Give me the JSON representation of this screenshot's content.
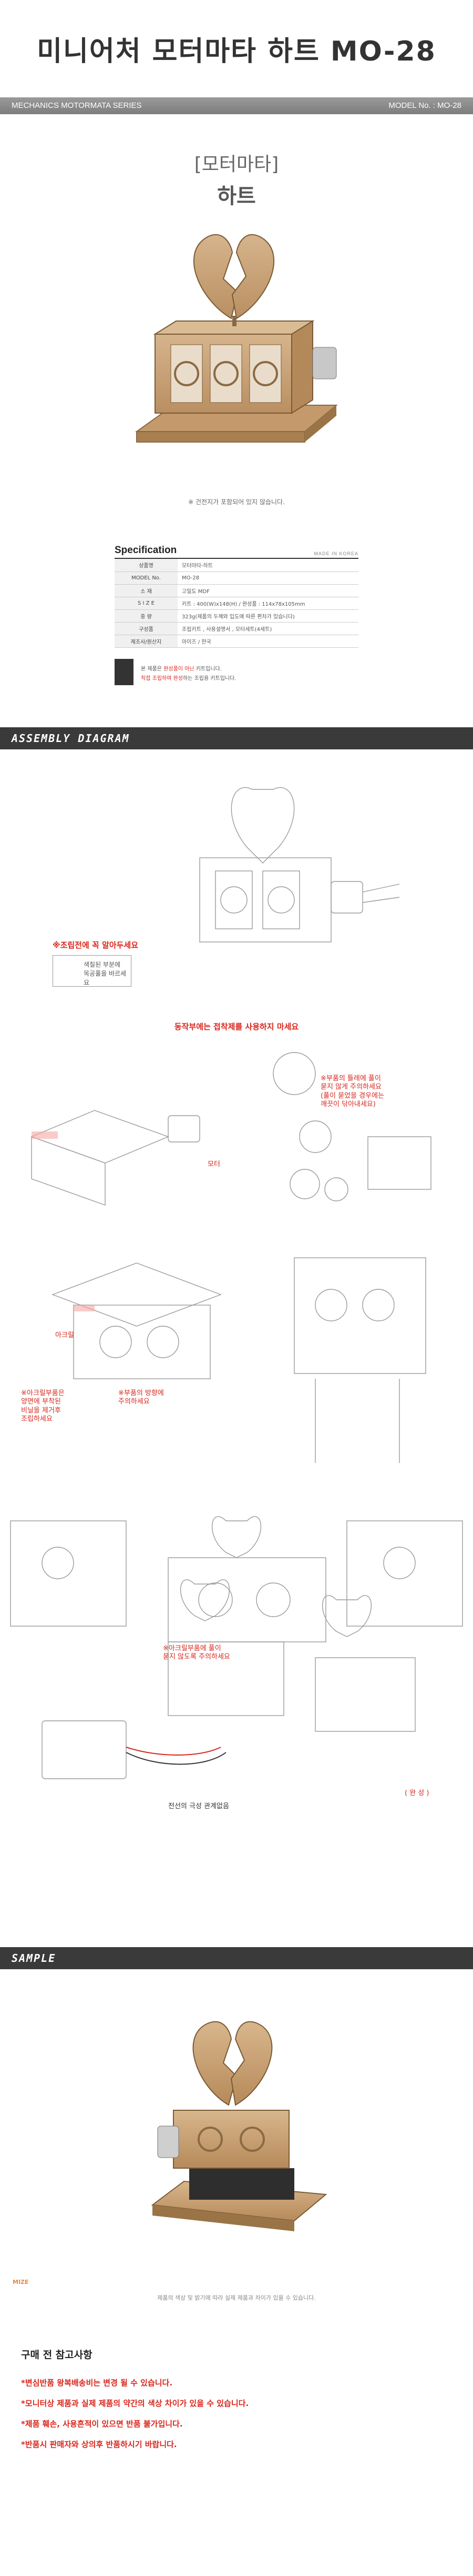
{
  "header": {
    "title": "미니어처 모터마타 하트 MO-28",
    "series": "MECHANICS MOTORMATA SERIES",
    "model_label": "MODEL No. : MO-28",
    "bracket_title": "[모터마타]",
    "subtitle": "하트"
  },
  "hero": {
    "note": "※ 건전지가 포함되어 있지 않습니다."
  },
  "spec": {
    "heading": "Specification",
    "watermark": "MADE IN KOREA",
    "rows": [
      {
        "key": "상품명",
        "value": "모터마타-하트"
      },
      {
        "key": "MODEL No.",
        "value": "MO-28"
      },
      {
        "key": "소   재",
        "value": "고밀도 MDF"
      },
      {
        "key": "S I Z E",
        "value": "키트 : 400(W)x148(H) / 완성품 : 114x78x105mm"
      },
      {
        "key": "중   량",
        "value": "323g(제품의 두께와 입도에 따른 편차가 있습니다)"
      },
      {
        "key": "구성품",
        "value": "조립키트 , 사용설명서 , 모터세트(4세트)"
      },
      {
        "key": "제조사/원산지",
        "value": "마이즈 / 한국"
      }
    ]
  },
  "warning": {
    "line1_prefix": "본 제품은 ",
    "line1_red": "완성품이 아닌",
    "line1_suffix": " 키트입니다.",
    "line2_red": "직접 조립하여 완성",
    "line2_suffix": "하는 조립용 키트입니다."
  },
  "sections": {
    "assembly": "ASSEMBLY DIAGRAM",
    "sample": "SAMPLE"
  },
  "diagram": {
    "pre_notice_title": "※조립전에 꼭 알아두세요",
    "pre_notice_body": "색칠된 부분에\n목공풀을 바르세요",
    "moving_parts": "동작부에는 접착제를 사용하지 마세요",
    "motor": "모터",
    "gear_warning": "※부품의 틀레에 풀이\n묻지 않게 주의하세요\n(풀이 묻었을 경우에는\n깨끗이 닦아내세요)",
    "acrylic": "아크릴",
    "acrylic_note": "※아크릴부품은\n양면에 부착된\n비닐을 제거후\n조립하세요",
    "direction_note": "※부품의 방향에\n주의하세요",
    "acrylic_glue": "※아크릴부품에 풀이\n묻지 않도록 주의하세요",
    "wire_note": "전선의 극성 관계없음",
    "finished": "( 완 성 )"
  },
  "sample": {
    "logo": "MIZE",
    "disclaimer": "제품의 색상 및 밝기에 따라 실제 제품과 차이가 있을 수 있습니다."
  },
  "notes": {
    "title": "구매 전 참고사항",
    "items": [
      "*변심반품 왕복배송비는 변경 될 수 있습니다.",
      "*모니터상 제품과 실제 제품의 약간의 색상 차이가 있을 수 있습니다.",
      "*제품 훼손, 사용흔적이 있으면 반품 불가입니다.",
      "*반품시 판매자와 상의후 반품하시기 바랍니다."
    ]
  },
  "colors": {
    "accent_red": "#d9261c",
    "wood": "#c9a27a",
    "section_bar": "#3a3a3a"
  }
}
